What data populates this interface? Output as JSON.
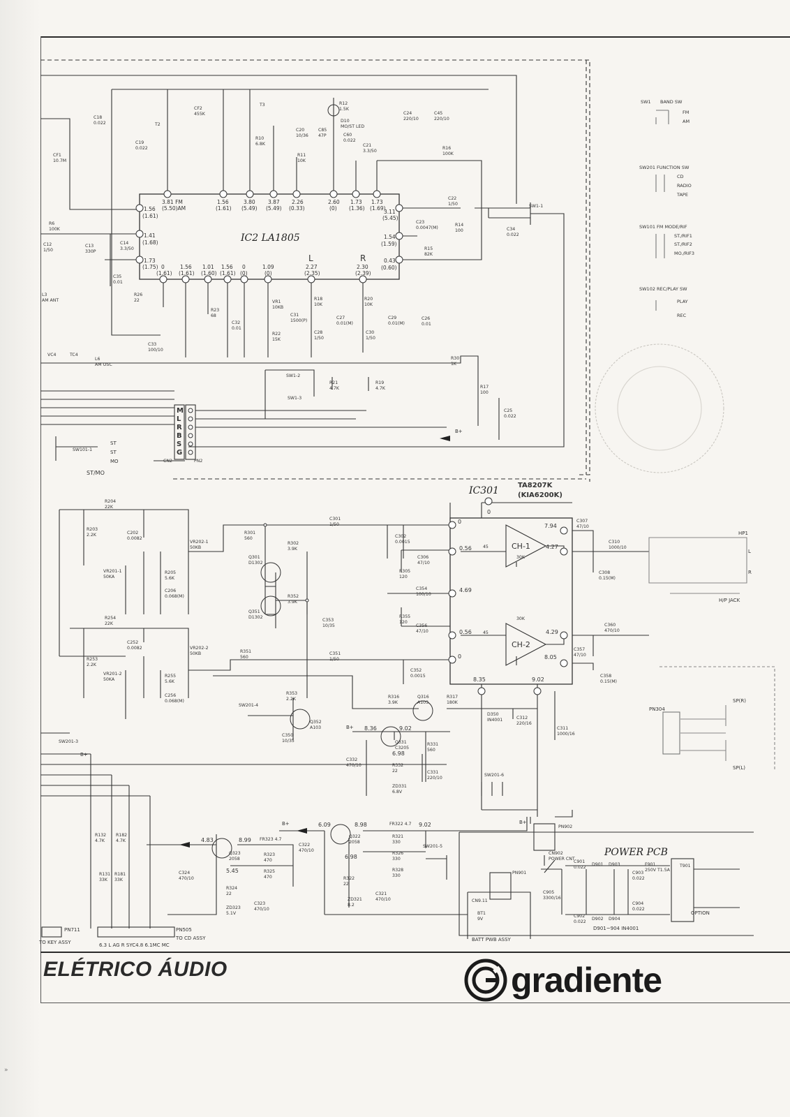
{
  "ic2": {
    "name": "IC2  LA1805"
  },
  "ic301": {
    "ref": "IC301",
    "part": "TA8207K",
    "alt": "(KIA6200K)",
    "ch1": "CH-1",
    "ch2": "CH-2"
  },
  "ic2_pins": {
    "p3": "3.81 FM",
    "p3b": "(5.50)AM",
    "p5": "1.56",
    "p5b": "(1.61)",
    "p21": "3.80",
    "p21b": "(5.49)",
    "p20": "3.87",
    "p20b": "(5.49)",
    "p4": "2.26",
    "p4b": "(0.33)",
    "p7": "2.60",
    "p7b": "(0)",
    "p15": "1.73",
    "p15b": "(1.36)",
    "p14": "1.73",
    "p14b": "(1.69)",
    "p1": "1.56",
    "p1b": "(1.61)",
    "p17": "1.41",
    "p17b": "(1.68)",
    "p16": "1.73",
    "p16b": "(1.75)",
    "p11": "3.11",
    "p11b": "(5.45)",
    "p12": "1.54",
    "p12b": "(1.59)",
    "p13": "0.43",
    "p13b": "(0.60)",
    "b22": "0",
    "b22b": "(1.61)",
    "b23": "1.56",
    "b23b": "(1.61)",
    "b24": "1.01",
    "b24b": "(1.60)",
    "b2": "1.56",
    "b2b": "(1.61)",
    "b6": "0",
    "b6b": "(0)",
    "b18": "1.09",
    "b18b": "(0)",
    "b9": "2.27",
    "b9b": "(2.35)",
    "b10": "2.30",
    "b10b": "(2.39)",
    "L": "L",
    "R": "R"
  },
  "ic301_pins": {
    "p6": "0",
    "p5": "0.56",
    "p4": "4.69",
    "p8": "0.56",
    "p7": "0",
    "p9": "0",
    "o1": "7.94",
    "o2": "4.27",
    "o10": "4.29",
    "o11": "8.05",
    "p3": "8.35",
    "p12": "9.02"
  },
  "transistors": [
    "Q301\nD1302",
    "Q351\nD1302",
    "Q352\nA103",
    "Q316\nA103",
    "Q331\nC3205",
    "Q322\n2058",
    "Q323\n2058"
  ],
  "components": {
    "c18": [
      "C18",
      "0.022"
    ],
    "c19": [
      "C19",
      "0.022"
    ],
    "cf1": [
      "CF1",
      "10.7M"
    ],
    "t2": [
      "T2",
      ""
    ],
    "cf2": [
      "CF2",
      "455K"
    ],
    "t3": [
      "T3",
      ""
    ],
    "r10": [
      "R10",
      "6.8K"
    ],
    "r12": [
      "R12",
      "1.5K"
    ],
    "d10": [
      "D10",
      "MO/ST LED"
    ],
    "c20": [
      "C20",
      "10/36"
    ],
    "c85": [
      "C85",
      "47P"
    ],
    "c60": [
      "C60",
      "0.022"
    ],
    "r11": [
      "R11",
      "10K"
    ],
    "c24": [
      "C24",
      "220/10"
    ],
    "c45": [
      "C45",
      "220/10"
    ],
    "c21": [
      "C21",
      "3.3/50"
    ],
    "r16": [
      "R16",
      "100K"
    ],
    "c22": [
      "C22",
      "1/50"
    ],
    "r14": [
      "R14",
      "100"
    ],
    "c34": [
      "C34",
      "0.022"
    ],
    "sw1_1": [
      "SW1-1",
      ""
    ],
    "c23": [
      "C23",
      "0.0047(M)"
    ],
    "r15": [
      "R15",
      "82K"
    ],
    "r6": [
      "R6",
      "100K"
    ],
    "c14": [
      "C14",
      "3.3/50"
    ],
    "c12": [
      "C12",
      "1/50"
    ],
    "c13": [
      "C13",
      "330P"
    ],
    "c35": [
      "C35",
      "0.01"
    ],
    "l3": [
      "L3",
      "AM ANT"
    ],
    "r26": [
      "R26",
      "22"
    ],
    "r23": [
      "R23",
      "68"
    ],
    "c32": [
      "C32",
      "0.01"
    ],
    "vr1": [
      "VR1",
      "10KB"
    ],
    "c31": [
      "C31",
      "1500(P)"
    ],
    "r18": [
      "R18",
      "10K"
    ],
    "c27": [
      "C27",
      "0.01(M)"
    ],
    "r20": [
      "R20",
      "10K"
    ],
    "c29": [
      "C29",
      "0.01(M)"
    ],
    "c26": [
      "C26",
      "0.01"
    ],
    "r22": [
      "R22",
      "15K"
    ],
    "c28": [
      "C28",
      "1/50"
    ],
    "c30": [
      "C30",
      "1/50"
    ],
    "c33": [
      "C33",
      "100/10"
    ],
    "vc4": [
      "VC4",
      ""
    ],
    "tc4": [
      "TC4",
      ""
    ],
    "l6": [
      "L6",
      "AM OSC"
    ],
    "r30": [
      "R30",
      "1K"
    ],
    "sw1_2": [
      "SW1-2",
      ""
    ],
    "sw1_3": [
      "SW1-3",
      ""
    ],
    "r21": [
      "R21",
      "4.7K"
    ],
    "r19": [
      "R19",
      "4.7K"
    ],
    "r17": [
      "R17",
      "100"
    ],
    "c25": [
      "C25",
      "0.022"
    ],
    "sw101_1": [
      "SW101-1",
      ""
    ],
    "cn2": [
      "CN2",
      ""
    ],
    "pn2": [
      "PN2",
      ""
    ],
    "r204": [
      "R204",
      "22K"
    ],
    "r203": [
      "R203",
      "2.2K"
    ],
    "c202": [
      "C202",
      "0.0082"
    ],
    "vr202_1": [
      "VR202-1",
      "50KB"
    ],
    "vr201_1": [
      "VR201-1",
      "50KA"
    ],
    "r205": [
      "R205",
      "5.6K"
    ],
    "c206": [
      "C206",
      "0.068(M)"
    ],
    "r254": [
      "R254",
      "22K"
    ],
    "c252": [
      "C252",
      "0.0082"
    ],
    "r253": [
      "R253",
      "2.2K"
    ],
    "vr202_2": [
      "VR202-2",
      "50KB"
    ],
    "vr201_2": [
      "VR201-2",
      "50KA"
    ],
    "r255": [
      "R255",
      "5.6K"
    ],
    "c256": [
      "C256",
      "0.068(M)"
    ],
    "r301": [
      "R301",
      "560"
    ],
    "r302": [
      "R302",
      "3.9K"
    ],
    "r352": [
      "R352",
      "3.9K"
    ],
    "c353": [
      "C353",
      "10/35"
    ],
    "r351": [
      "R351",
      "560"
    ],
    "c301": [
      "C301",
      "1/50"
    ],
    "c302": [
      "C302",
      "0.0015"
    ],
    "c351": [
      "C351",
      "1/50"
    ],
    "c352": [
      "C352",
      "0.0015"
    ],
    "r305": [
      "R305",
      "120"
    ],
    "c306": [
      "C306",
      "47/10"
    ],
    "c354": [
      "C354",
      "100/10"
    ],
    "r355": [
      "R355",
      "120"
    ],
    "c356": [
      "C356",
      "47/10"
    ],
    "r45a": [
      "45",
      ""
    ],
    "r30ka": [
      "30K",
      ""
    ],
    "r45b": [
      "45",
      ""
    ],
    "r30kb": [
      "30K",
      ""
    ],
    "c307": [
      "C307",
      "47/10"
    ],
    "c310": [
      "C310",
      "1000/10"
    ],
    "c308": [
      "C308",
      "0.15(M)"
    ],
    "c360": [
      "C360",
      "470/10"
    ],
    "c357": [
      "C357",
      "47/10"
    ],
    "c358": [
      "C358",
      "0.15(M)"
    ],
    "r353": [
      "R353",
      "2.2K"
    ],
    "sw201_4": [
      "SW201-4",
      ""
    ],
    "c350": [
      "C350",
      "10/35"
    ],
    "r316": [
      "R316",
      "3.9K"
    ],
    "r317": [
      "R317",
      "180K"
    ],
    "d350": [
      "D350",
      "IN4001"
    ],
    "c312": [
      "C312",
      "220/16"
    ],
    "c311": [
      "C311",
      "1000/16"
    ],
    "r331": [
      "R331",
      "560"
    ],
    "c332": [
      "C332",
      "470/10"
    ],
    "r332": [
      "R332",
      "22"
    ],
    "zd331": [
      "ZD331",
      "6.8V"
    ],
    "c331": [
      "C331",
      "220/10"
    ],
    "sw201_6": [
      "SW201-6",
      ""
    ],
    "sw201_3": [
      "SW201-3",
      ""
    ],
    "r132": [
      "R132",
      "4.7K"
    ],
    "r182": [
      "R182",
      "4.7K"
    ],
    "r131": [
      "R131",
      "33K"
    ],
    "r181": [
      "R181",
      "33K"
    ],
    "fr323": [
      "FR323 4.7",
      ""
    ],
    "r323": [
      "R323",
      "470"
    ],
    "r325": [
      "R325",
      "470"
    ],
    "c324": [
      "C324",
      "470/10"
    ],
    "r324": [
      "R324",
      "22"
    ],
    "zd323": [
      "ZD323",
      "5.1V"
    ],
    "c323": [
      "C323",
      "470/10"
    ],
    "c322": [
      "C322",
      "470/10"
    ],
    "fr322": [
      "FR322 4.7",
      ""
    ],
    "r321": [
      "R321",
      "330"
    ],
    "r326": [
      "R326",
      "330"
    ],
    "r328": [
      "R328",
      "330"
    ],
    "r322": [
      "R322",
      "22"
    ],
    "zd321": [
      "ZD321",
      "8.2"
    ],
    "c321": [
      "C321",
      "470/10"
    ],
    "sw201_5": [
      "SW201-5",
      ""
    ],
    "pn902": [
      "PN902",
      ""
    ],
    "cn902": [
      "CN902",
      "POWER CNT"
    ],
    "pn901": [
      "PN901",
      ""
    ],
    "cn911": [
      "CN9.11",
      ""
    ],
    "bt1": [
      "BT1",
      "9V"
    ],
    "c901": [
      "C901",
      "0.022"
    ],
    "c905": [
      "C905",
      "3300/16"
    ],
    "c902": [
      "C902",
      "0.022"
    ],
    "d901": [
      "D901",
      ""
    ],
    "d903": [
      "D903",
      ""
    ],
    "d902": [
      "D902",
      ""
    ],
    "d904": [
      "D904",
      ""
    ],
    "c903": [
      "C903",
      "0.022"
    ],
    "c904": [
      "C904",
      "0.022"
    ],
    "f901": [
      "F901",
      "250V T1.5A"
    ],
    "t901": [
      "T901",
      ""
    ]
  },
  "node_voltages": {
    "v836": "8.36",
    "v902a": "9.02",
    "v698a": "6.98",
    "v483": "4.83",
    "v899": "8.99",
    "v545": "5.45",
    "v609": "6.09",
    "v898": "8.98",
    "v902b": "9.02",
    "v698b": "6.98"
  },
  "connector": {
    "pins": [
      "M",
      "L",
      "R",
      "B",
      "S",
      "G"
    ]
  },
  "switch_legend": {
    "sw1": "SW1",
    "sw1_title": "BAND SW",
    "sw1_fm": "FM",
    "sw1_am": "AM",
    "sw201_title": "SW201 FUNCTION SW",
    "sw201_cd": "CD",
    "sw201_radio": "RADIO",
    "sw201_tape": "TAPE",
    "sw101_title": "SW101 FM MODE/RIF",
    "sw101_st": "ST./RIF1",
    "sw101_st2": "ST./RIF2",
    "sw101_mo": "MO./RIF3",
    "sw102_title": "SW102 REC/PLAY SW",
    "sw102_play": "PLAY",
    "sw102_rec": "REC"
  },
  "labels": {
    "b_plus": "B+",
    "st": "ST",
    "mo": "MO",
    "st_mo": "ST/MO",
    "pn711": "PN711",
    "to_key": "TO KEY ASSY",
    "pn505": "PN505",
    "to_cd": "TO CD ASSY",
    "bottom_pins": "6.3 L AG R SYC4.8 6.1MC MC",
    "power_pcb": "POWER PCB",
    "option": "OPTION",
    "batt": "BATT PWB ASSY",
    "diodes_note": "D901~904 IN4001",
    "pn304": "PN304",
    "sp_r": "SP(R)",
    "sp_l": "SP(L)",
    "hp_jack": "H/P JACK",
    "hp": "HP1",
    "l_ch": "L",
    "r_ch": "R"
  },
  "footer": {
    "title": "ELÉTRICO ÁUDIO",
    "brand": "gradiente"
  }
}
